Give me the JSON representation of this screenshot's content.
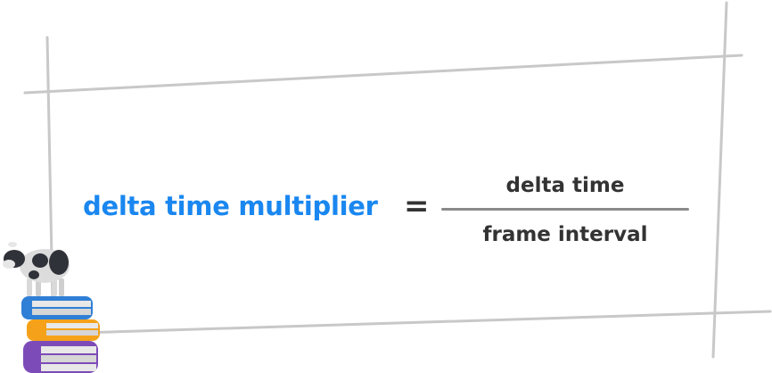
{
  "formula": {
    "result_label": "delta time multiplier",
    "equals_sign": "=",
    "numerator": "delta time",
    "denominator": "frame interval"
  },
  "colors": {
    "result_color": "#1a87f0",
    "text_color": "#333333",
    "line_color": "#c8c8c8",
    "fraction_bar_color": "#8a8a8a"
  },
  "decoration": {
    "mascot": "cow-on-books-icon"
  }
}
